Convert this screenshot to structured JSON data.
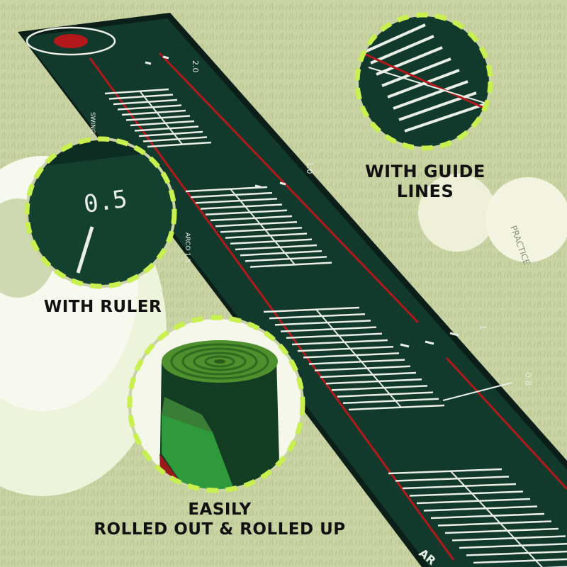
{
  "colors": {
    "background": "#c9d3a4",
    "mat": "#113a2d",
    "mat_edge": "#0b1f18",
    "guide_line": "#b3181b",
    "ruler_marks": "#e9eee6",
    "callout_ring": "#c8f04f",
    "caption_text": "#111111"
  },
  "mat_markings": {
    "far_label": "2.0",
    "mid_label": "1.0",
    "near_label": "0.8",
    "tick_label": "1",
    "side_label_top": "SWING",
    "side_label_mid": "ARCO 1.5",
    "bottom_label": "AR"
  },
  "callouts": {
    "guide": {
      "icon": "guide-lines-zoom",
      "lines": [
        "WITH GUIDE",
        "LINES"
      ]
    },
    "ruler": {
      "icon": "ruler-zoom",
      "zoom_label": "0.5",
      "lines": [
        "WITH RULER"
      ]
    },
    "roll": {
      "icon": "rolled-mat-zoom",
      "lines": [
        "EASILY",
        "ROLLED OUT & ROLLED UP"
      ]
    }
  },
  "background_props": {
    "ball_text": "PRACTICE"
  }
}
